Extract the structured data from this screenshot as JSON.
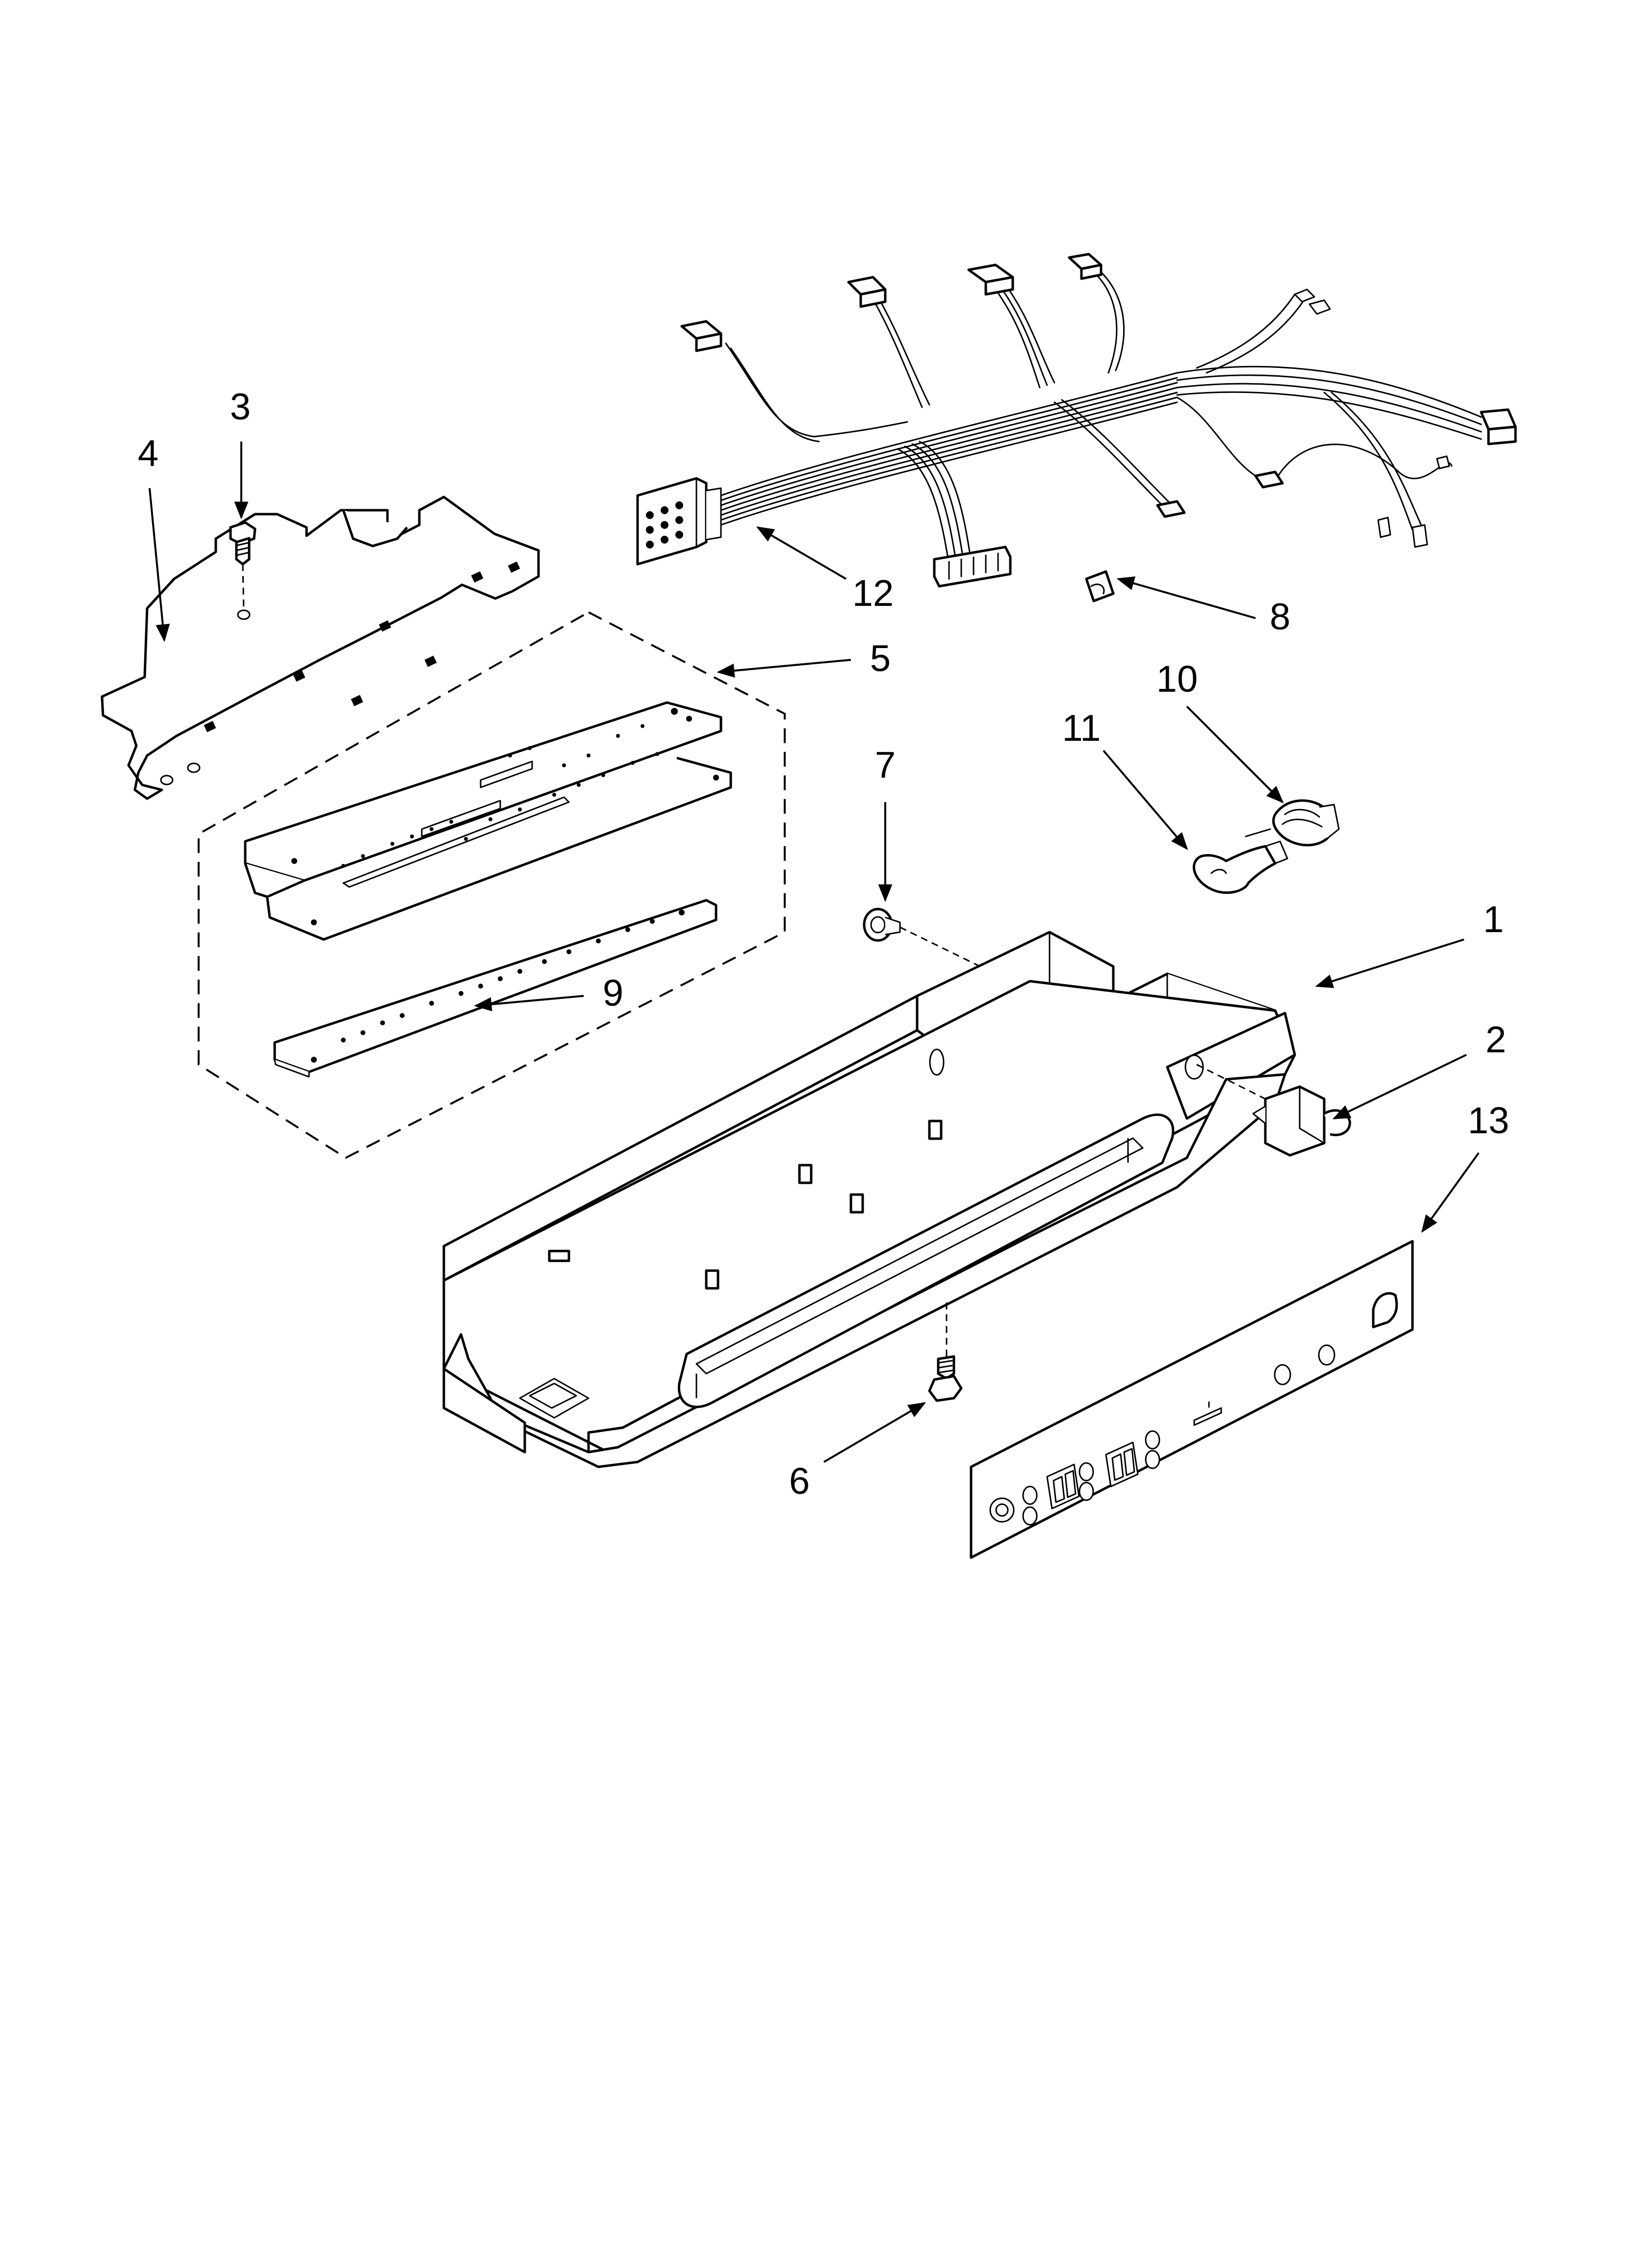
{
  "callouts": [
    {
      "number": "1"
    },
    {
      "number": "2"
    },
    {
      "number": "3"
    },
    {
      "number": "4"
    },
    {
      "number": "5"
    },
    {
      "number": "6"
    },
    {
      "number": "7"
    },
    {
      "number": "8"
    },
    {
      "number": "9"
    },
    {
      "number": "10"
    },
    {
      "number": "11"
    },
    {
      "number": "12"
    },
    {
      "number": "13"
    }
  ],
  "colors": {
    "ink": "#000000",
    "paper": "#ffffff"
  }
}
